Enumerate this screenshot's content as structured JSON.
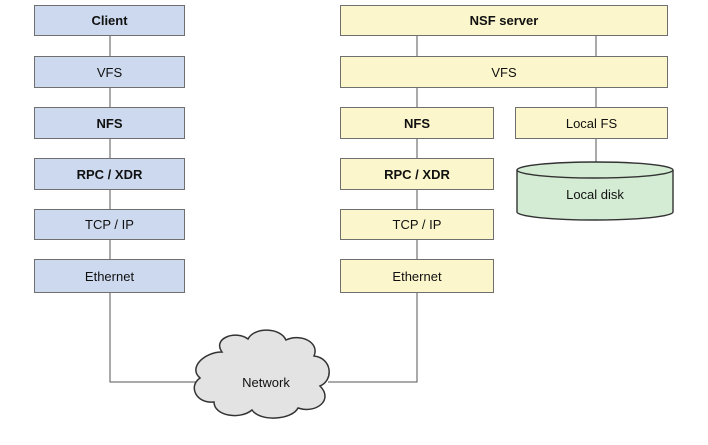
{
  "client_stack": {
    "title": "Client",
    "layers": [
      "VFS",
      "NFS",
      "RPC / XDR",
      "TCP / IP",
      "Ethernet"
    ]
  },
  "server_stack": {
    "title": "NSF server",
    "vfs": "VFS",
    "layers": [
      "NFS",
      "RPC / XDR",
      "TCP / IP",
      "Ethernet"
    ],
    "local_fs": "Local FS",
    "local_disk": "Local disk"
  },
  "network": {
    "label": "Network"
  },
  "colors": {
    "client_fill": "#ccd9ee",
    "server_fill": "#fbf6cb",
    "disk_fill": "#d4ecd4",
    "border": "#6f6f6f",
    "line": "#555555"
  }
}
